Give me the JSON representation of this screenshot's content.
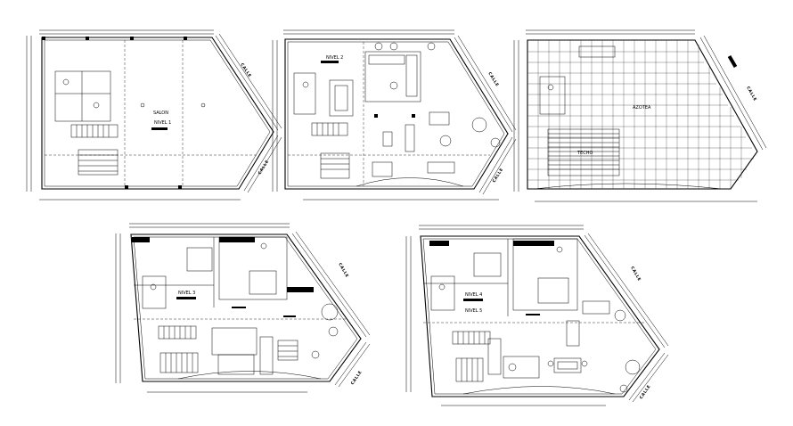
{
  "plans": [
    {
      "id": "nivel-1",
      "labels": [
        "SALON",
        "NIVEL 1"
      ],
      "street": [
        "CALLE",
        "CALLE"
      ]
    },
    {
      "id": "nivel-2",
      "labels": [
        "NIVEL 2"
      ],
      "street": [
        "CALLE",
        "CALLE"
      ]
    },
    {
      "id": "azotea",
      "labels": [
        "AZOTEA",
        "TECHO"
      ],
      "street": [
        "CALLE"
      ]
    },
    {
      "id": "nivel-3",
      "labels": [
        "NIVEL 3"
      ],
      "street": [
        "CALLE",
        "CALLE"
      ]
    },
    {
      "id": "nivel-4-5",
      "labels": [
        "NIVEL 4",
        "NIVEL 5"
      ],
      "street": [
        "CALLE",
        "CALLE"
      ]
    }
  ],
  "colors": {
    "line": "#000000",
    "background": "#ffffff"
  }
}
